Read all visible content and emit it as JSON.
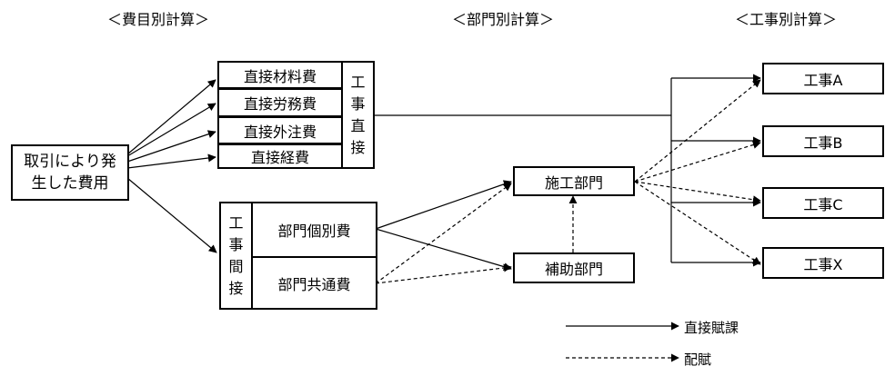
{
  "headers": {
    "h1": "＜費目別計算＞",
    "h2": "＜部門別計算＞",
    "h3": "＜工事別計算＞"
  },
  "source": {
    "line1": "取引により発",
    "line2": "生した費用"
  },
  "direct_costs": {
    "items": [
      "直接材料費",
      "直接労務費",
      "直接外注費",
      "直接経費"
    ],
    "side_label": [
      "工",
      "事",
      "直",
      "接"
    ]
  },
  "indirect_costs": {
    "side_label": [
      "工",
      "事",
      "間",
      "接"
    ],
    "items": [
      "部門個別費",
      "部門共通費"
    ]
  },
  "departments": {
    "production": "施工部門",
    "support": "補助部門"
  },
  "jobs": [
    "工事A",
    "工事B",
    "工事C",
    "工事X"
  ],
  "legend": {
    "direct": "直接賦課",
    "allocation": "配賦"
  }
}
